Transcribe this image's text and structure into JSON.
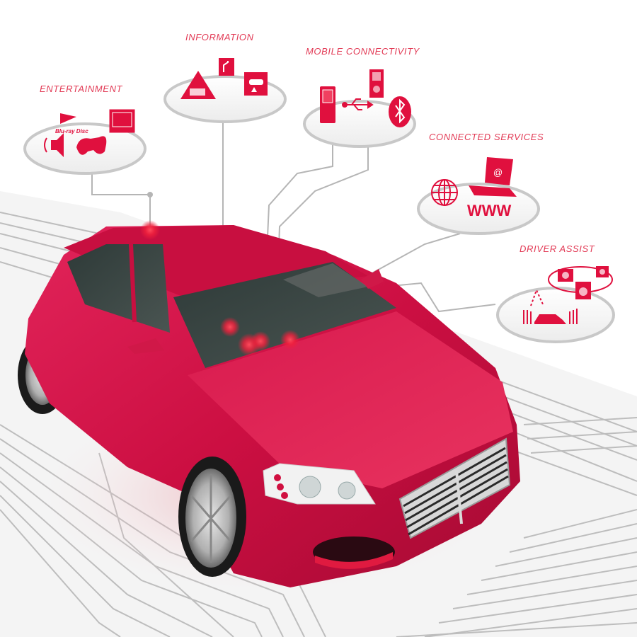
{
  "theme": {
    "accent": "#e0103e",
    "car_body": "#cf1244",
    "label_color": "#e23a55",
    "circuit_color": "#b8b8b8",
    "background": "#ffffff"
  },
  "diagram": {
    "subject": "Connected car",
    "features": [
      {
        "label": "ENTERTAINMENT",
        "icons": [
          "blu-ray-disc-icon",
          "tv-monitor-icon",
          "speaker-icon",
          "game-controller-icon"
        ],
        "icon_text": "Blu-ray Disc"
      },
      {
        "label": "INFORMATION",
        "icons": [
          "traffic-jam-warning-sign-icon",
          "road-direction-sign-icon",
          "breakdown-service-sign-icon"
        ]
      },
      {
        "label": "MOBILE CONNECTIVITY",
        "icons": [
          "mobile-phone-icon",
          "usb-icon",
          "mp3-player-icon",
          "bluetooth-icon"
        ]
      },
      {
        "label": "CONNECTED SERVICES",
        "icons": [
          "globe-icon",
          "laptop-email-icon",
          "www-icon"
        ],
        "icon_text": "WWW"
      },
      {
        "label": "DRIVER ASSIST",
        "icons": [
          "radar-sensor-icon",
          "camera-icon",
          "car-with-parking-sensors-icon"
        ]
      }
    ]
  }
}
